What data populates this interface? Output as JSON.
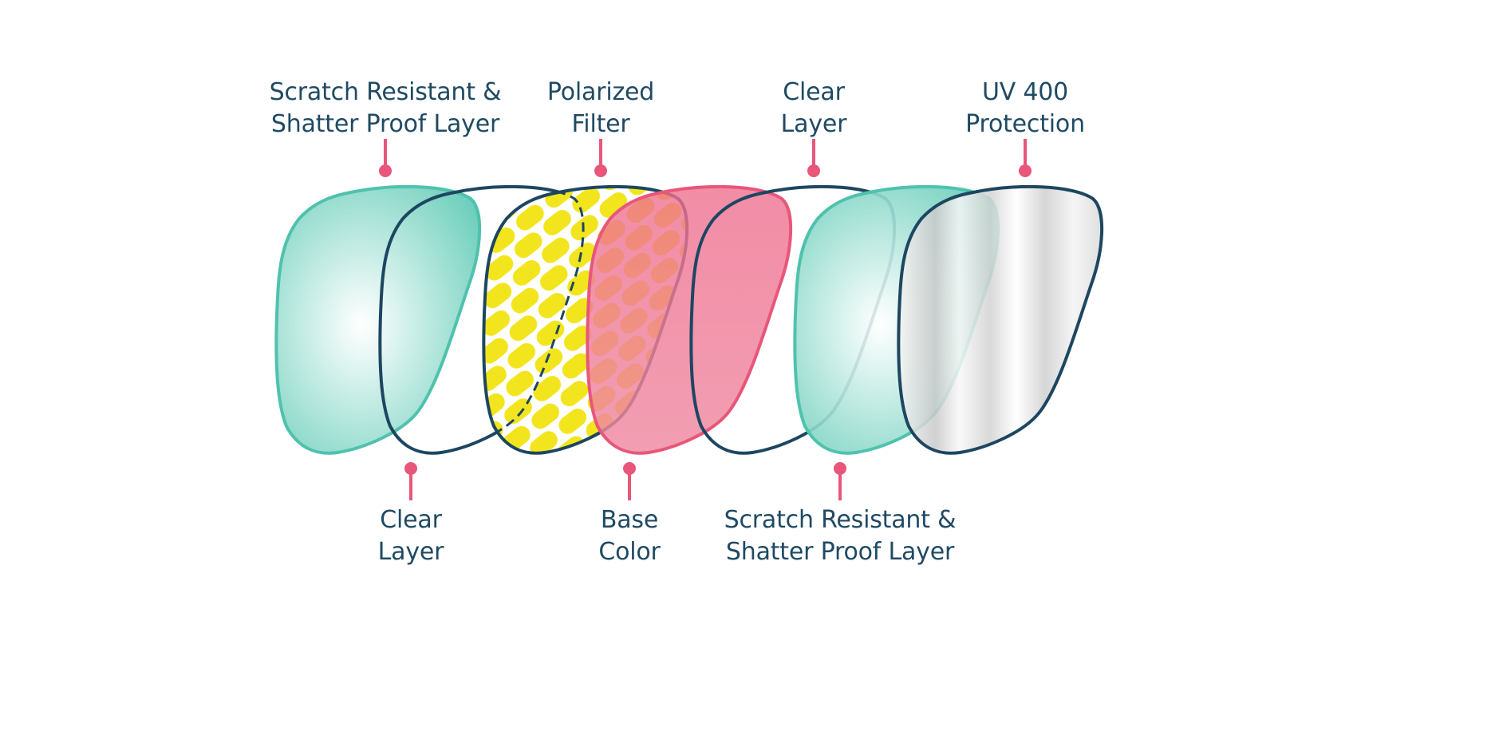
{
  "colors": {
    "outline": "#1d4661",
    "label_text": "#1f4a63",
    "pointer": "#e8567a",
    "teal_fill": "#6fd0bd",
    "teal_stroke": "#4fc2ad",
    "pink_fill": "#ee7391",
    "pink_stroke": "#e8567a",
    "yellow_pattern": "#f2e51e",
    "clear_fill": "#ffffff"
  },
  "diagram": {
    "layers": [
      {
        "name": "scratch-resistant-layer-front",
        "style": "teal"
      },
      {
        "name": "clear-layer-1",
        "style": "outline"
      },
      {
        "name": "polarized-filter",
        "style": "yellow-pattern"
      },
      {
        "name": "base-color",
        "style": "pink"
      },
      {
        "name": "clear-layer-2",
        "style": "outline"
      },
      {
        "name": "scratch-resistant-layer-back",
        "style": "teal"
      },
      {
        "name": "uv-400-protection",
        "style": "silver"
      }
    ],
    "labels_top": [
      {
        "line1": "Scratch Resistant &",
        "line2": "Shatter Proof Layer"
      },
      {
        "line1": "Polarized",
        "line2": "Filter"
      },
      {
        "line1": "Clear",
        "line2": "Layer"
      },
      {
        "line1": "UV 400",
        "line2": "Protection"
      }
    ],
    "labels_bottom": [
      {
        "line1": "Clear",
        "line2": "Layer"
      },
      {
        "line1": "Base",
        "line2": "Color"
      },
      {
        "line1": "Scratch Resistant &",
        "line2": "Shatter Proof Layer"
      }
    ]
  }
}
